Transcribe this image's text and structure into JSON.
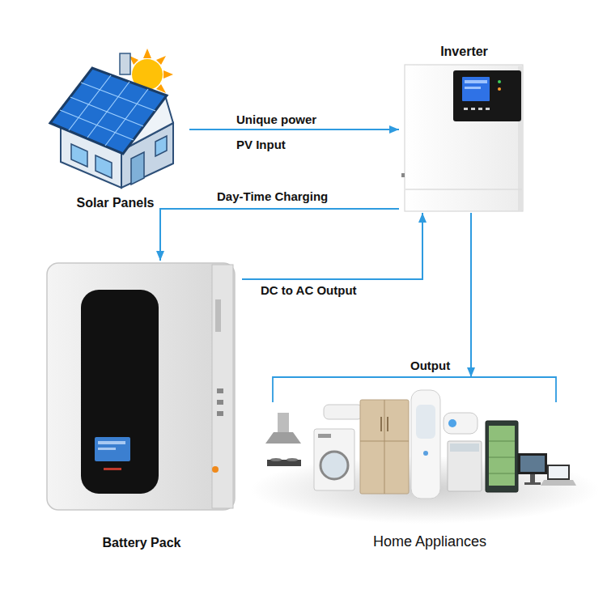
{
  "diagram": {
    "nodes": [
      {
        "text": [
          "Solar Panels"
        ]
      },
      {
        "text": [
          "Inverter"
        ]
      },
      {
        "text": [
          "Battery Pack"
        ]
      },
      {
        "text": [
          "Home Appliances"
        ]
      }
    ],
    "edges": [
      {
        "from": 0,
        "to": 1,
        "label": "Unique power",
        "arrow": "to"
      },
      {
        "from": 1,
        "to": 2,
        "label": "Day-Time Charging",
        "arrow": "to"
      },
      {
        "from": 2,
        "to": 1,
        "label": "DC to AC Output",
        "arrow": "to"
      },
      {
        "from": 1,
        "to": 3,
        "label": "Output",
        "arrow": "to"
      }
    ],
    "labels": [
      "PV Input"
    ]
  }
}
